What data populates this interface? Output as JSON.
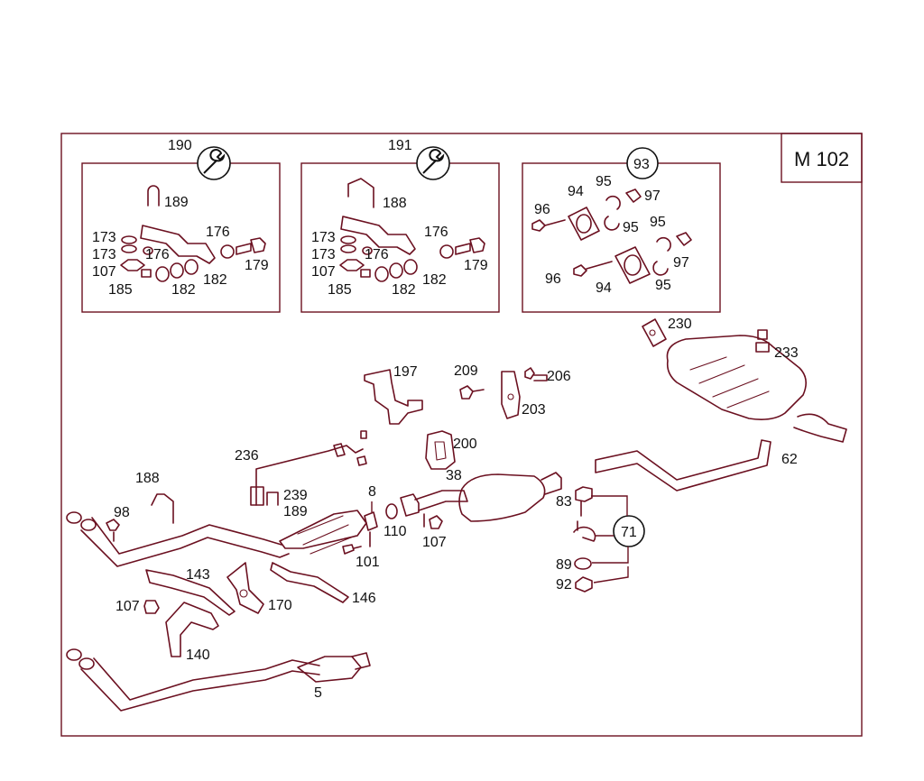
{
  "badge": "M 102",
  "groups": {
    "g190": {
      "title": "190",
      "labels": [
        "189",
        "176",
        "173",
        "173",
        "176",
        "107",
        "179",
        "185",
        "182",
        "182"
      ]
    },
    "g191": {
      "title": "191",
      "labels": [
        "188",
        "176",
        "173",
        "173",
        "176",
        "107",
        "179",
        "185",
        "182",
        "182"
      ]
    },
    "g93": {
      "title": "93",
      "labels": [
        "94",
        "95",
        "97",
        "96",
        "95",
        "95",
        "97",
        "96",
        "94",
        "95"
      ]
    }
  },
  "callout71": "71",
  "labels": {
    "l230": "230",
    "l233": "233",
    "l197": "197",
    "l209": "209",
    "l206": "206",
    "l203": "203",
    "l200": "200",
    "l62": "62",
    "l236": "236",
    "l239": "239",
    "l189": "189",
    "l188": "188",
    "l98": "98",
    "l8": "8",
    "l38": "38",
    "l110": "110",
    "l107a": "107",
    "l101": "101",
    "l83": "83",
    "l89": "89",
    "l92": "92",
    "l143": "143",
    "l170": "170",
    "l146": "146",
    "l107b": "107",
    "l140": "140",
    "l5": "5"
  },
  "colors": {
    "line": "#6b1020",
    "text": "#111111"
  },
  "icons": [
    "wrench-icon",
    "wrench-icon"
  ]
}
